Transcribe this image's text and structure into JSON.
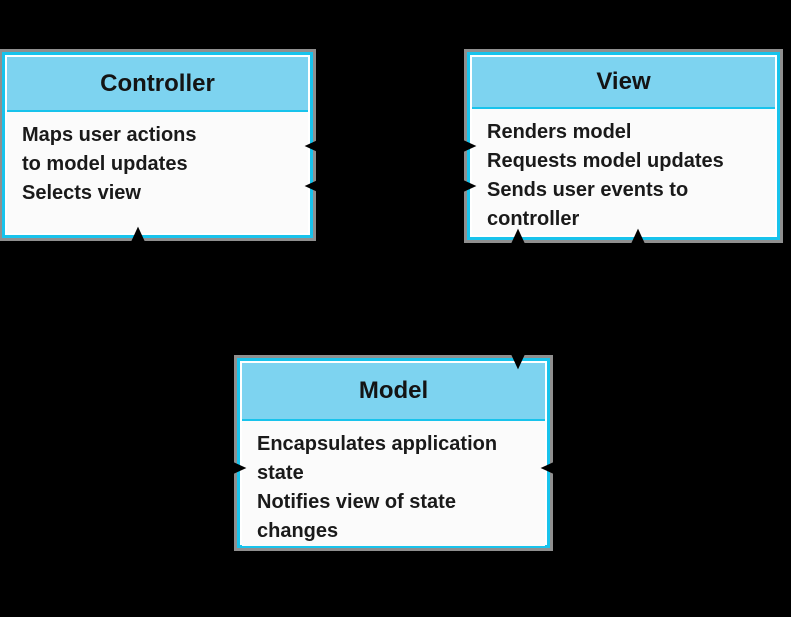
{
  "boxes": {
    "controller": {
      "title": "Controller",
      "lines": [
        "Maps user actions",
        "to model updates",
        "Selects view"
      ]
    },
    "view": {
      "title": "View",
      "lines": [
        "Renders model",
        "Requests model updates",
        "Sends user events to",
        "controller"
      ]
    },
    "model": {
      "title": "Model",
      "lines": [
        "Encapsulates application",
        "state",
        "Notifies view of state",
        "changes"
      ]
    }
  },
  "connections": [
    {
      "id": "controller-view-upper",
      "between": [
        "Controller",
        "View"
      ],
      "shape": "straight",
      "heads": "both"
    },
    {
      "id": "controller-view-lower",
      "between": [
        "Controller",
        "View"
      ],
      "shape": "straight",
      "heads": "both"
    },
    {
      "id": "controller-model",
      "between": [
        "Controller",
        "Model"
      ],
      "shape": "elbow",
      "heads": "both"
    },
    {
      "id": "view-model-inner",
      "between": [
        "View",
        "Model"
      ],
      "shape": "straight",
      "heads": "both"
    },
    {
      "id": "view-model-outer",
      "between": [
        "View",
        "Model"
      ],
      "shape": "elbow",
      "heads": "both"
    }
  ],
  "colors": {
    "background": "#000000",
    "box_border": "#18c3ec",
    "header_fill": "#7dd3f0",
    "body_fill": "#fbfbfb",
    "halo": "#8f8f8f",
    "text": "#1a1a1a",
    "arrow": "#000000"
  }
}
